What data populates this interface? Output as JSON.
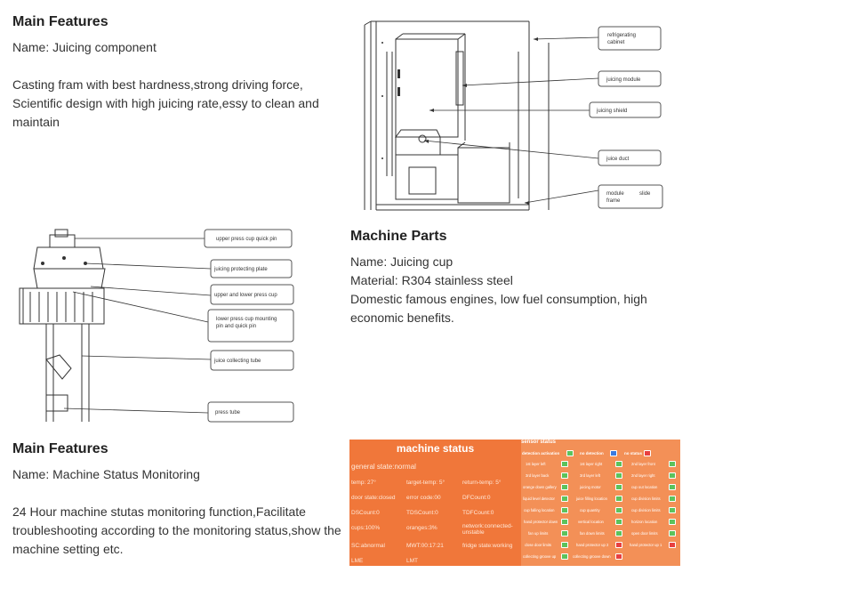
{
  "section1": {
    "title": "Main Features",
    "name": "Name: Juicing component",
    "desc_line1": "Casting fram with best hardness,strong driving force,",
    "desc_line2": "Scientific design with high juicing rate,essy to clean and",
    "desc_line3": "maintain"
  },
  "diagram1": {
    "labels": {
      "refrigerating": [
        "refrigerating",
        "cabinet"
      ],
      "juicing_module": "juicing module",
      "juicing_shield": "juicing shield",
      "juice_duct": "juice duct",
      "module_slide_frame": [
        "module",
        "slide",
        "frame"
      ]
    }
  },
  "diagram2": {
    "labels": {
      "upper_press_cup_quick_pin": "upper press cup quick pin",
      "juicing_protecting_plate": "juicing protecting plate",
      "upper_and_lower_press_cup": "upper and lower press cup",
      "lower_mounting_pin": [
        "lower press cup mounting",
        "pin and quick pin"
      ],
      "juice_collecting_tube": "juice collecting tube",
      "press_tube": "press tube"
    }
  },
  "section2": {
    "title": "Machine Parts",
    "name": "Name: Juicing cup",
    "material": "Material: R304 stainless steel",
    "desc_line1": "Domestic famous engines, low fuel consumption, high",
    "desc_line2": "economic benefits."
  },
  "section3": {
    "title": "Main Features",
    "name": "Name: Machine Status Monitoring",
    "desc_line1": "24 Hour machine stutas monitoring function,Facilitate",
    "desc_line2": "troubleshooting according to the monitoring status,show the",
    "desc_line3": "machine setting etc."
  },
  "status_panel": {
    "title": "machine status",
    "general": "general state:normal",
    "cells": [
      [
        "temp: 27°",
        "target-temp: 5°",
        "return-temp: 5°"
      ],
      [
        "door state:closed",
        "error code:00",
        "DFCount:0"
      ],
      [
        "DSCount:0",
        "TDSCount:0",
        "TDFCount:0"
      ],
      [
        "cups:100%",
        "oranges:3%",
        "network:connected-unstable"
      ],
      [
        "SC:abnormal",
        "MWT:00:17:21",
        "fridge state:working"
      ],
      [
        "LME",
        "LMT",
        ""
      ]
    ],
    "sensor": {
      "title": "sensor status",
      "headers": [
        "detection activation",
        "no detection",
        "no status"
      ],
      "rows": [
        [
          "1st layer left",
          "1st layer right",
          "2nd layer front"
        ],
        [
          "3rd layer back",
          "3rd layer left",
          "2nd layer right"
        ],
        [
          "orange down gallery",
          "juicing motor",
          "cup out location"
        ],
        [
          "liquid level detector",
          "juice filling location",
          "cup division limits"
        ],
        [
          "cup falling location",
          "cup quantity",
          "cup division limits"
        ],
        [
          "hand protector down",
          "vertical location",
          "horizon location"
        ],
        [
          "fan up limits",
          "fan down limits",
          "open door limits"
        ],
        [
          "close door limits",
          "hand protector up 2",
          "hand protector up 1"
        ],
        [
          "collecting groove up",
          "collecting groove down",
          ""
        ]
      ]
    }
  }
}
